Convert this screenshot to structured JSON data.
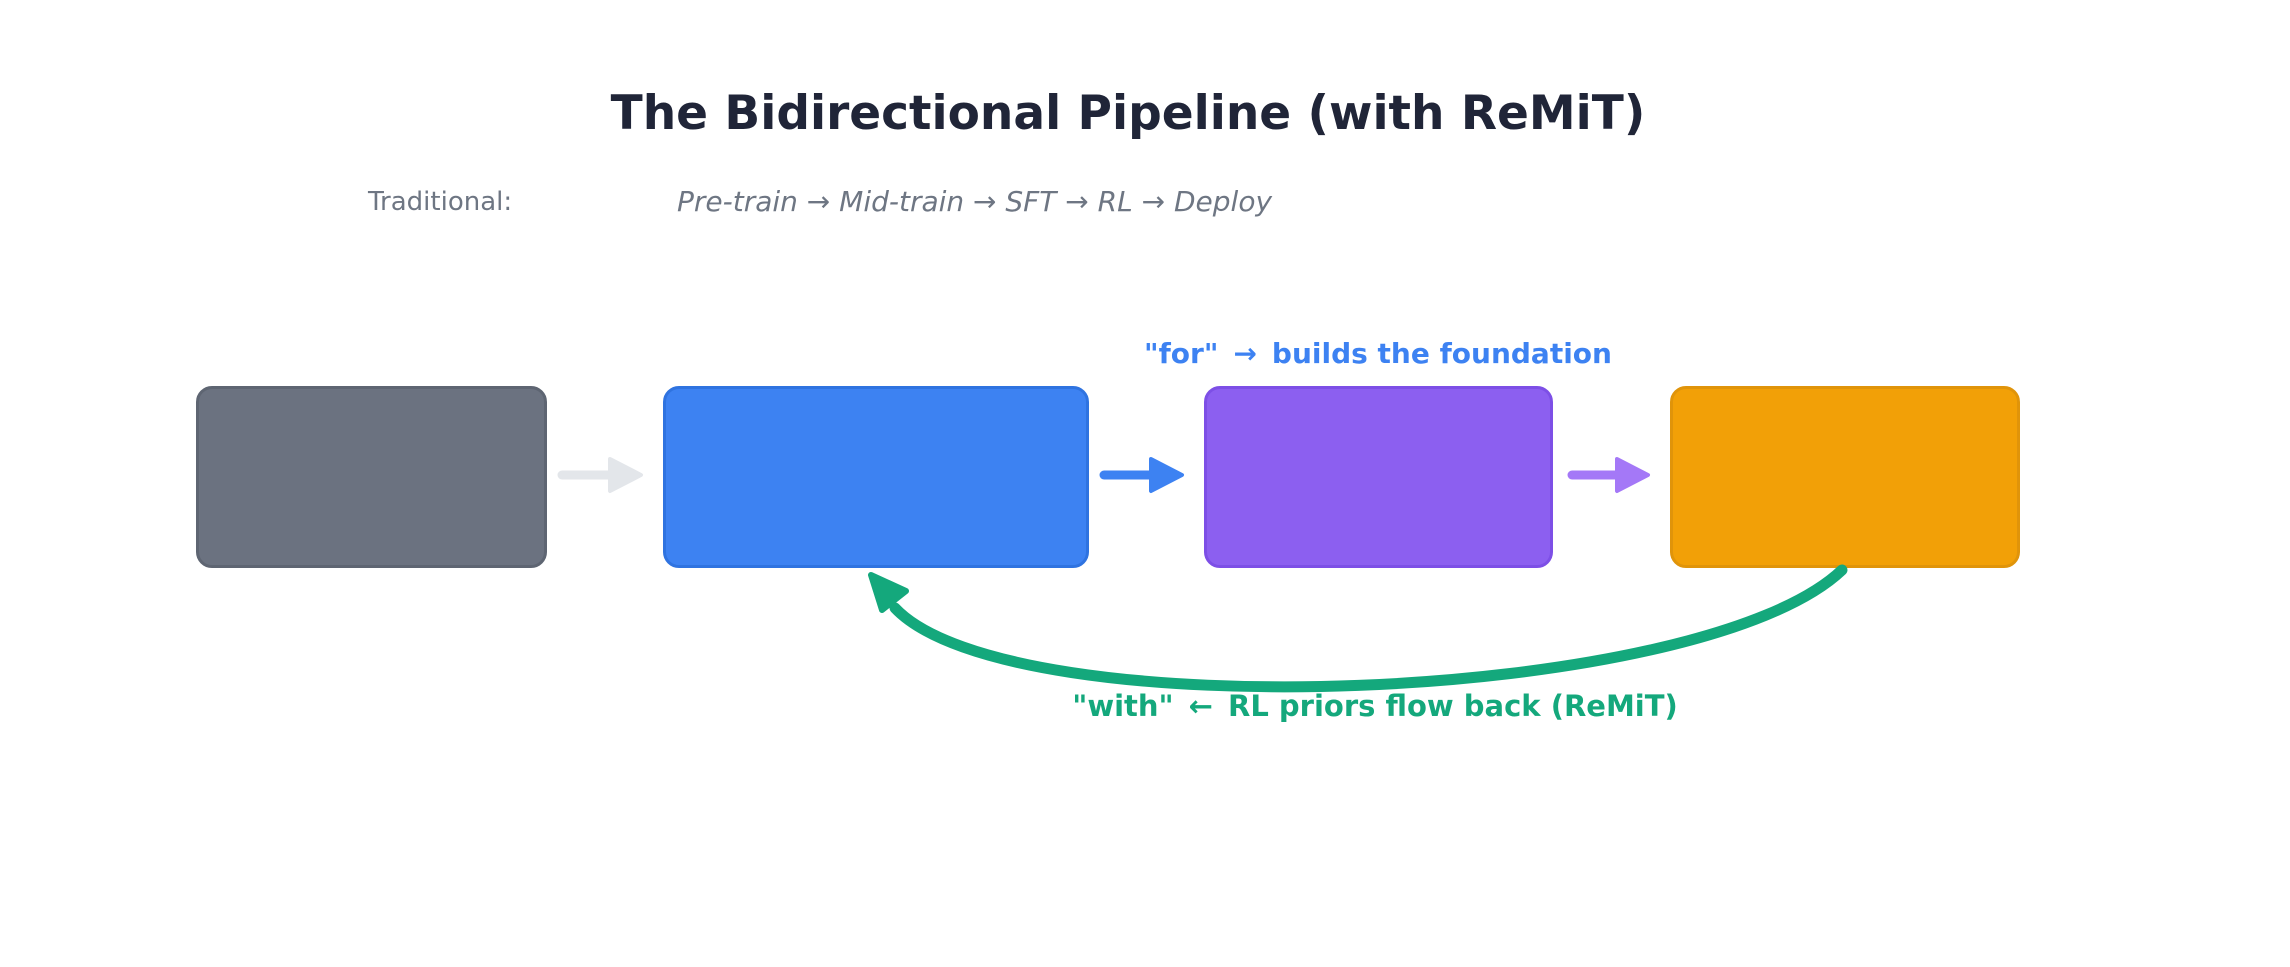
{
  "title": "The Bidirectional Pipeline (with ReMiT)",
  "traditional": {
    "label": "Traditional:",
    "pipeline": "Pre-train → Mid-train → SFT → RL → Deploy"
  },
  "stages": [
    {
      "fill": "#6b7280",
      "border": "#5e6572"
    },
    {
      "fill": "#3d82f2",
      "border": "#2f73e0"
    },
    {
      "fill": "#8c5ff0",
      "border": "#7d4fe6"
    },
    {
      "fill": "#f2a007",
      "border": "#e0940a"
    }
  ],
  "connectors": {
    "arrow_1_color": "#e3e6ea",
    "arrow_2_color": "#3d82f2",
    "arrow_3_color": "#a478f7",
    "feedback_color": "#14a87c"
  },
  "annotations": {
    "forward": {
      "quote": "\"for\"",
      "arrow": "→",
      "text": "builds the foundation",
      "color": "#3d82f2"
    },
    "feedback": {
      "quote": "\"with\"",
      "arrow": "←",
      "text": "RL priors flow back (ReMiT)",
      "color": "#14a87c"
    }
  },
  "colors": {
    "background": "#ffffff",
    "title": "#202538",
    "muted": "#6e7683"
  }
}
